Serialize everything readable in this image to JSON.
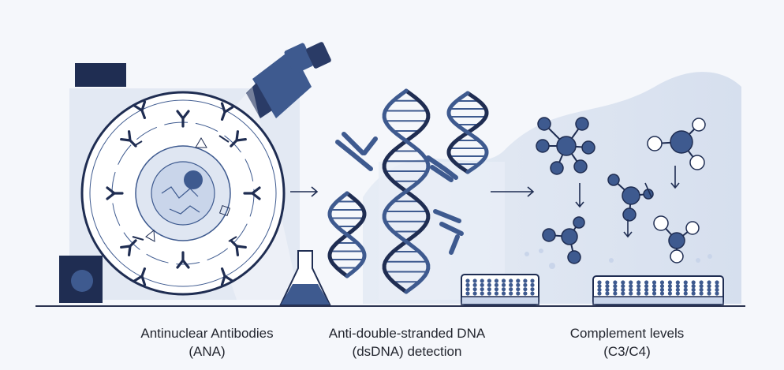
{
  "panels": [
    {
      "id": "ana",
      "caption_line1": "Antinuclear Antibodies",
      "caption_line2": "(ANA)"
    },
    {
      "id": "dsdna",
      "caption_line1": "Anti-double-stranded DNA",
      "caption_line2": "(dsDNA) detection"
    },
    {
      "id": "complement",
      "caption_line1": "Complement levels",
      "caption_line2": "(C3/C4)"
    }
  ],
  "colors": {
    "navy": "#1f2d52",
    "accent": "#3e5a8f",
    "light_fill": "#dfe6f2",
    "background": "#f5f7fb"
  },
  "icons": [
    "microscope-icon",
    "cell-icon",
    "antibody-icon",
    "dna-helix-icon",
    "flask-icon",
    "well-plate-icon",
    "molecule-icon",
    "arrow-icon"
  ]
}
